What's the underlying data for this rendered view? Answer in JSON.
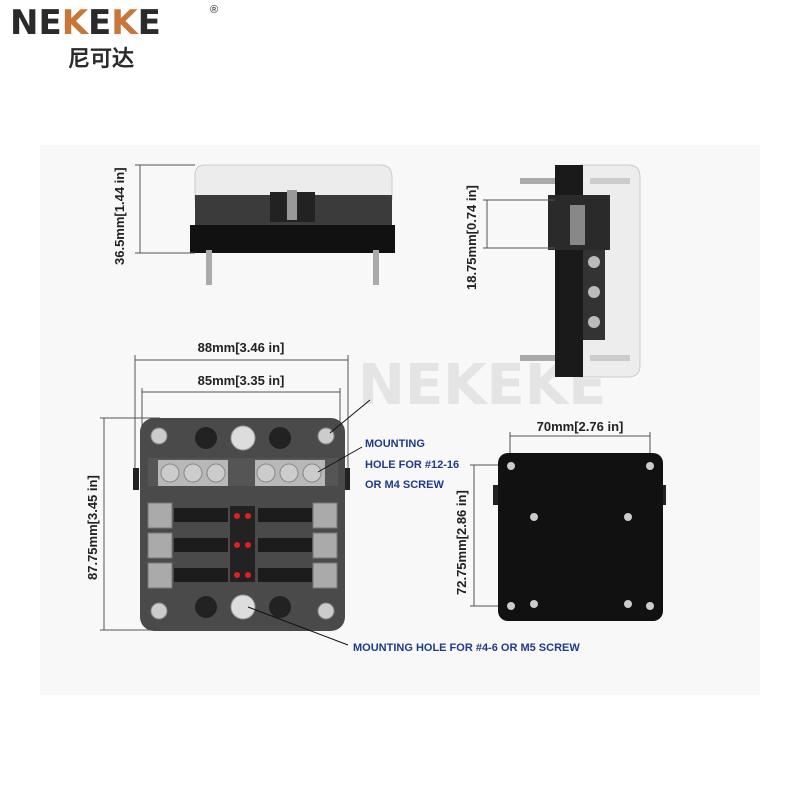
{
  "brand": {
    "name_parts": [
      "NE",
      "K",
      "E",
      "K",
      "E"
    ],
    "name": "NEKEKE",
    "registered": "®",
    "chinese": "尼可达",
    "accent_color": "#c8763a"
  },
  "watermark": "NEKEKE",
  "dimensions": {
    "side_height": "36.5mm[1.44 in]",
    "side_depth": "18.75mm[0.74 in]",
    "overall_width": "88mm[3.46 in]",
    "hole_spacing_width": "85mm[3.35 in]",
    "overall_height": "87.75mm[3.45 in]",
    "back_width": "70mm[2.76 in]",
    "back_height": "72.75mm[2.86 in]"
  },
  "callouts": {
    "top_hole": [
      "MOUNTING",
      "HOLE FOR #12-16",
      "OR M4 SCREW"
    ],
    "bottom_hole": "MOUNTING HOLE FOR #4-6 OR M5 SCREW",
    "color": "#1f3a8a"
  }
}
